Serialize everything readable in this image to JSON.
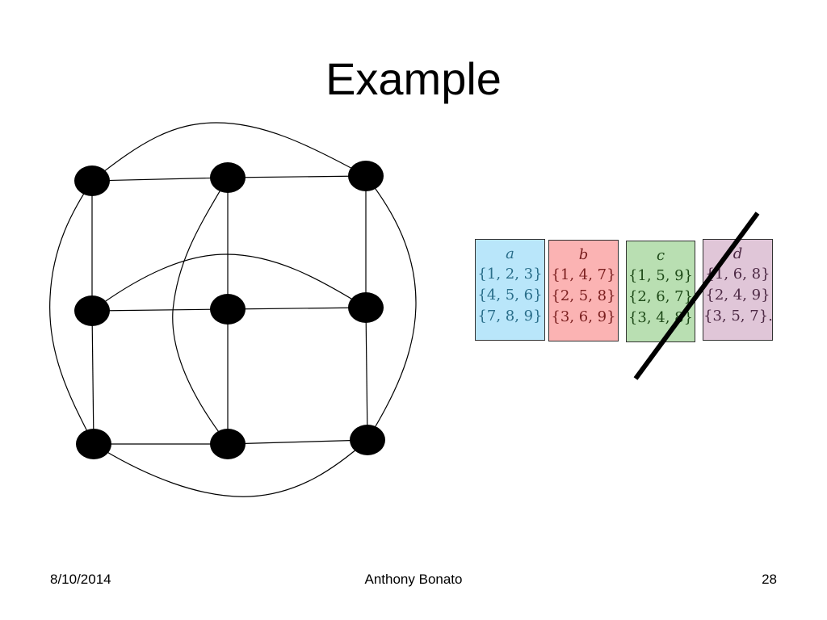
{
  "slide": {
    "title": "Example",
    "footer": {
      "date": "8/10/2014",
      "author": "Anthony Bonato",
      "page": "28"
    }
  },
  "partition": {
    "classes": [
      {
        "label": "a",
        "sets": [
          "{1, 2, 3}",
          "{4, 5, 6}",
          "{7, 8, 9}"
        ],
        "color": "#b9e6fa"
      },
      {
        "label": "b",
        "sets": [
          "{1, 4, 7}",
          "{2, 5, 8}",
          "{3, 6, 9}"
        ],
        "color": "#fbb3b3"
      },
      {
        "label": "c",
        "sets": [
          "{1, 5, 9}",
          "{2, 6, 7}",
          "{3, 4, 8}"
        ],
        "color": "#b9dfb2",
        "struck": true
      },
      {
        "label": "d",
        "sets": [
          "{1, 6, 8}",
          "{2, 4, 9}",
          "{3, 5, 7}."
        ],
        "color": "#e0c6d8"
      }
    ]
  },
  "graph": {
    "vertex_count": 9,
    "edge_count": 18
  }
}
